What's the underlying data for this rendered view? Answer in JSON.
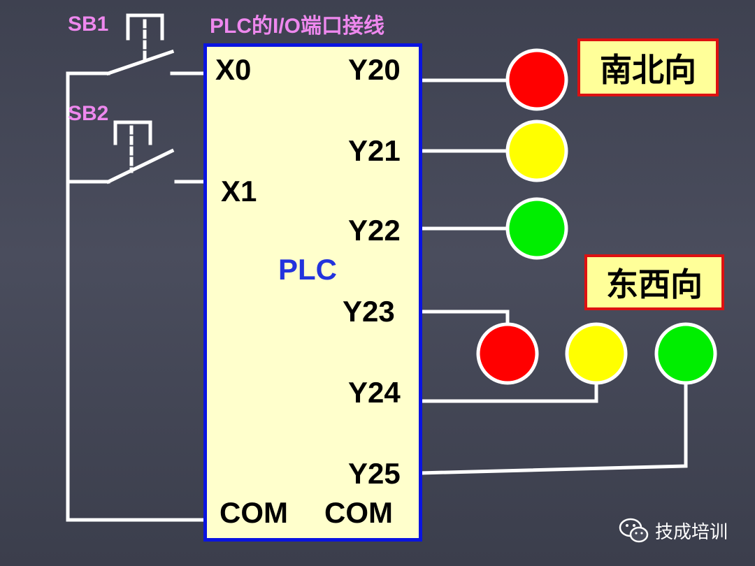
{
  "title": "PLC的I/O端口接线",
  "switches": [
    {
      "label": "SB1"
    },
    {
      "label": "SB2"
    }
  ],
  "plc": {
    "center_label": "PLC",
    "inputs": [
      "X0",
      "X1"
    ],
    "outputs": [
      "Y20",
      "Y21",
      "Y22",
      "Y23",
      "Y24",
      "Y25"
    ],
    "com_left": "COM",
    "com_right": "COM"
  },
  "groups": [
    {
      "label": "南北向",
      "lights": [
        "#ff0000",
        "#ffff00",
        "#00ee00"
      ]
    },
    {
      "label": "东西向",
      "lights": [
        "#ff0000",
        "#ffff00",
        "#00ee00"
      ]
    }
  ],
  "watermark": {
    "text": "技成培训",
    "icon": "wechat-icon"
  }
}
